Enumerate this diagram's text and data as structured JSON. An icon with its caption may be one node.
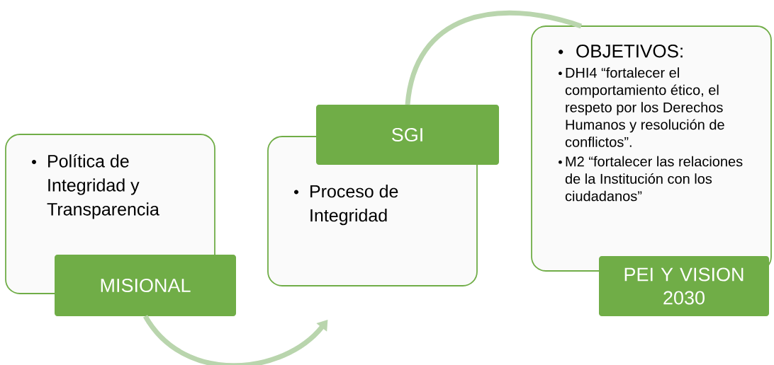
{
  "diagram": {
    "nodes": [
      {
        "text": [
          "Política de Integridad y Transparencia"
        ]
      },
      {
        "text": [
          "MISIONAL"
        ]
      },
      {
        "text": [
          "Proceso de Integridad"
        ]
      },
      {
        "text": [
          "SGI"
        ]
      },
      {
        "text": [
          "OBJETIVOS:",
          "DHI4 “fortalecer el comportamiento ético, el respeto por los Derechos Humanos y resolución de conflictos”.",
          "M2 “fortalecer las relaciones de la Institución con los ciudadanos”"
        ]
      },
      {
        "text": [
          "PEI Y VISION 2030"
        ]
      }
    ],
    "edges": [
      {
        "from": 1,
        "to": 2,
        "arrow": "to"
      },
      {
        "from": 3,
        "to": 4,
        "arrow": "none"
      }
    ]
  }
}
